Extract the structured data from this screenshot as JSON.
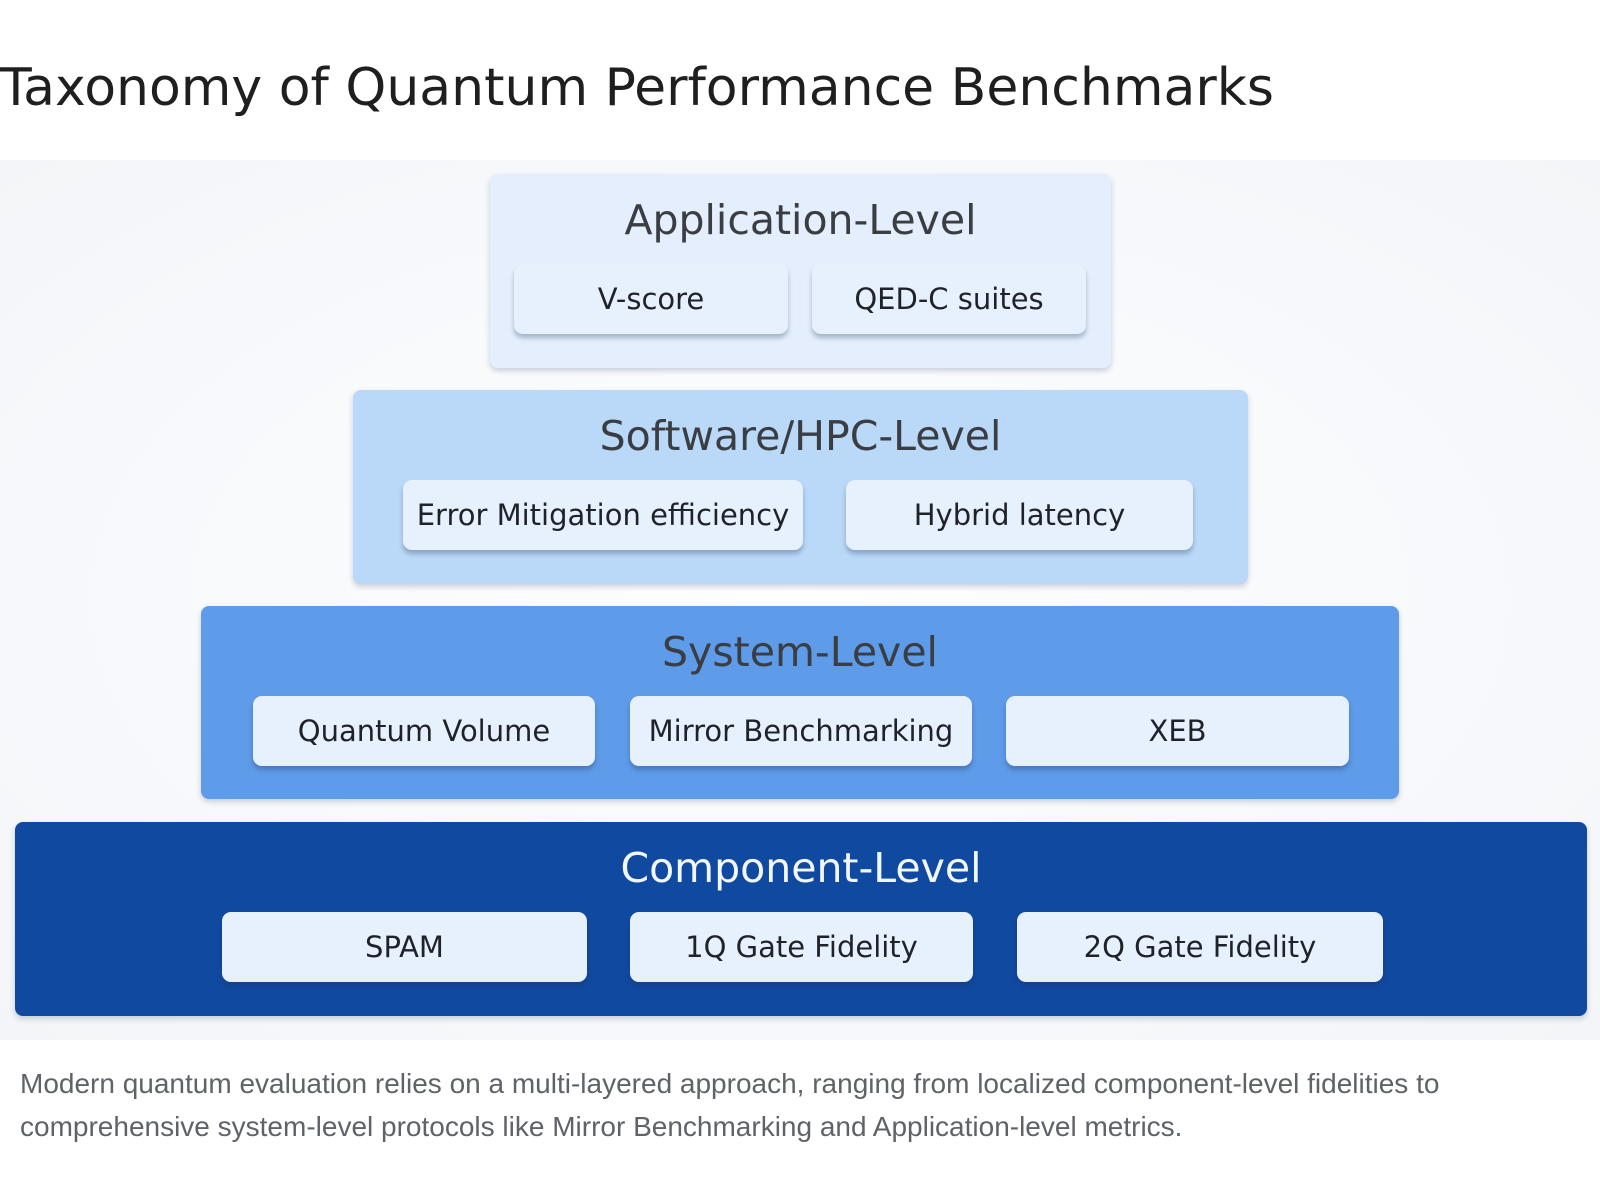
{
  "title": "Taxonomy of Quantum Performance Benchmarks",
  "colors": {
    "application_tier": "#e4eefc",
    "software_tier": "#bad8f7",
    "system_tier": "#5e9be8",
    "component_tier": "#1049a0",
    "chip": "#e7f0fd"
  },
  "tiers": {
    "application": {
      "label": "Application-Level",
      "items": [
        "V-score",
        "QED-C suites"
      ]
    },
    "software": {
      "label": "Software/HPC-Level",
      "items": [
        "Error Mitigation efficiency",
        "Hybrid latency"
      ]
    },
    "system": {
      "label": "System-Level",
      "items": [
        "Quantum Volume",
        "Mirror Benchmarking",
        "XEB"
      ]
    },
    "component": {
      "label": "Component-Level",
      "items": [
        "SPAM",
        "1Q Gate Fidelity",
        "2Q Gate Fidelity"
      ]
    }
  },
  "caption": "Modern quantum evaluation relies on a multi-layered approach, ranging from localized component-level fidelities to comprehensive system-level protocols like Mirror Benchmarking and Application-level metrics."
}
